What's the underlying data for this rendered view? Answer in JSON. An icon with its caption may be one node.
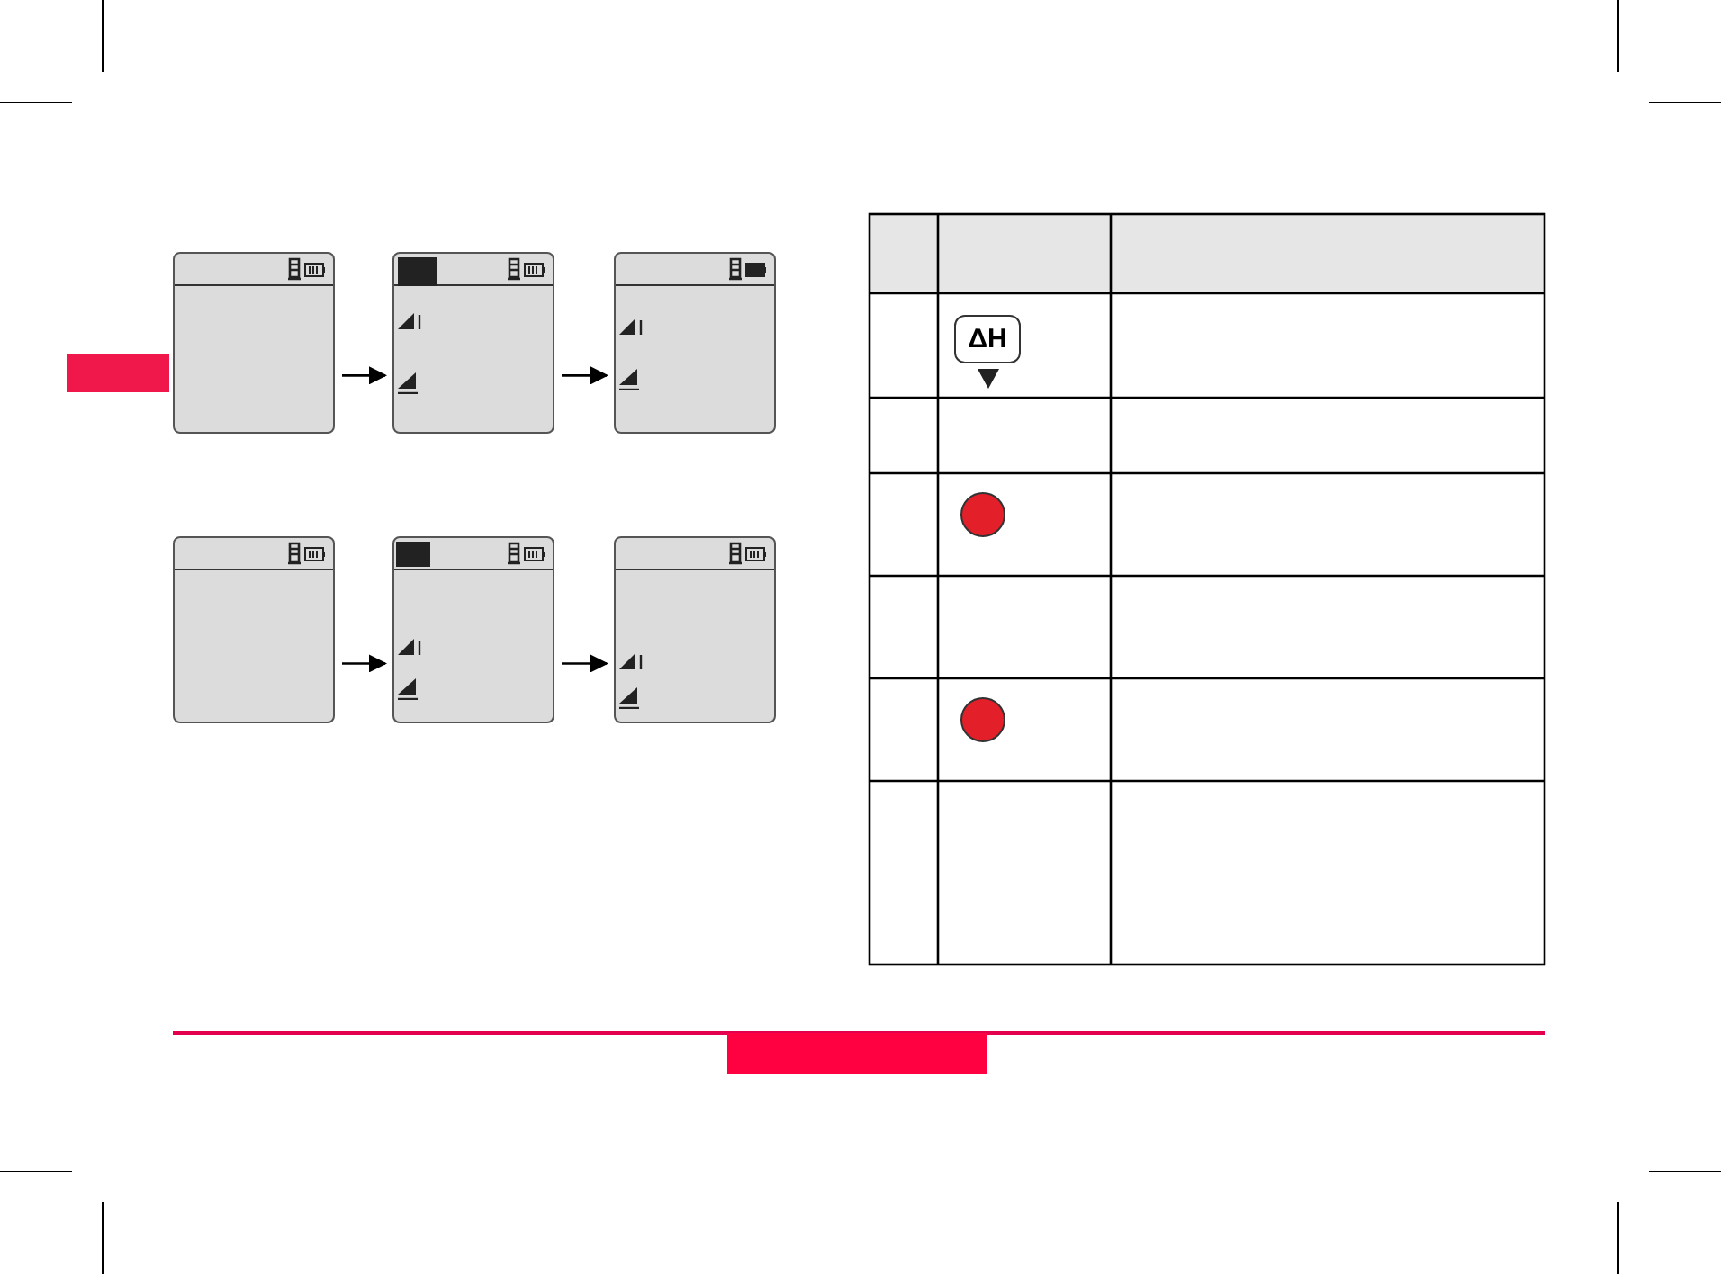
{
  "diagram": {
    "nodes": [
      {
        "text": [],
        "shape": "box"
      },
      {
        "text": [],
        "shape": "box"
      },
      {
        "text": [],
        "shape": "box"
      },
      {
        "text": [],
        "shape": "box"
      },
      {
        "text": [],
        "shape": "box"
      },
      {
        "text": [],
        "shape": "box"
      }
    ],
    "edges": [
      {
        "from": 0,
        "to": 1,
        "arrow": "to"
      },
      {
        "from": 1,
        "to": 2,
        "arrow": "to"
      },
      {
        "from": 3,
        "to": 4,
        "arrow": "to"
      },
      {
        "from": 4,
        "to": 5,
        "arrow": "to"
      }
    ],
    "labels": [
      "ΔH"
    ]
  }
}
